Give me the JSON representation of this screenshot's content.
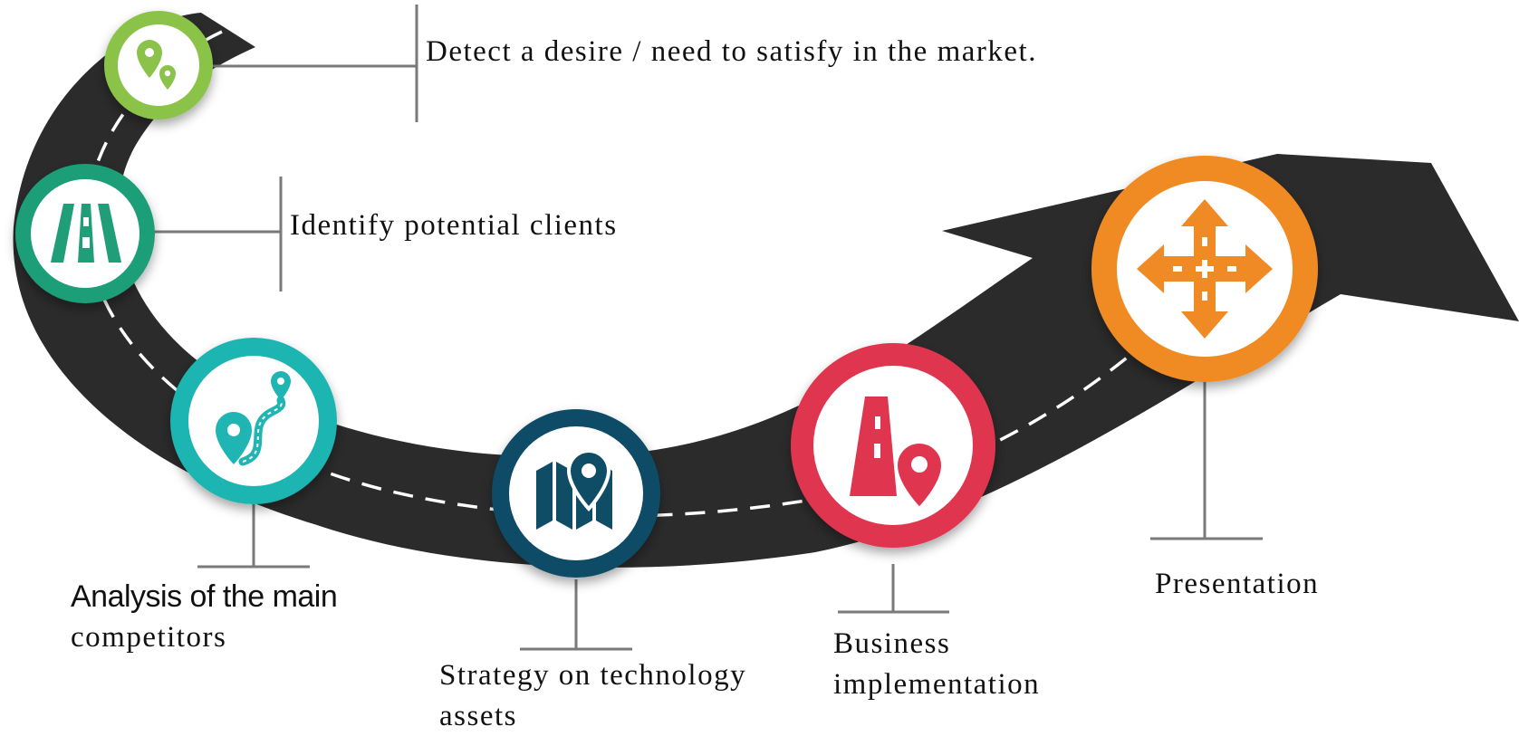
{
  "steps": [
    {
      "id": "step-1",
      "label": "Detect a desire / need to satisfy in the market.",
      "icon": "location-pins-icon",
      "color": "#8bc34a"
    },
    {
      "id": "step-2",
      "label": "Identify potential clients",
      "icon": "road-icon",
      "color": "#1f9e78"
    },
    {
      "id": "step-3",
      "label_line1": "Analysis of the main",
      "label_line2": "competitors",
      "icon": "route-icon",
      "color": "#1fb5b2"
    },
    {
      "id": "step-4",
      "label_line1": "Strategy on technology",
      "label_line2": "assets",
      "icon": "map-pin-icon",
      "color": "#0f4c66"
    },
    {
      "id": "step-5",
      "label_line1": "Business",
      "label_line2": "implementation",
      "icon": "road-pin-icon",
      "color": "#e0354f"
    },
    {
      "id": "step-6",
      "label": "Presentation",
      "icon": "crossroads-arrows-icon",
      "color": "#f08a24"
    }
  ],
  "colors": {
    "road": "#2b2b2b",
    "dash": "#ffffff",
    "connector": "#7a7a7a"
  }
}
